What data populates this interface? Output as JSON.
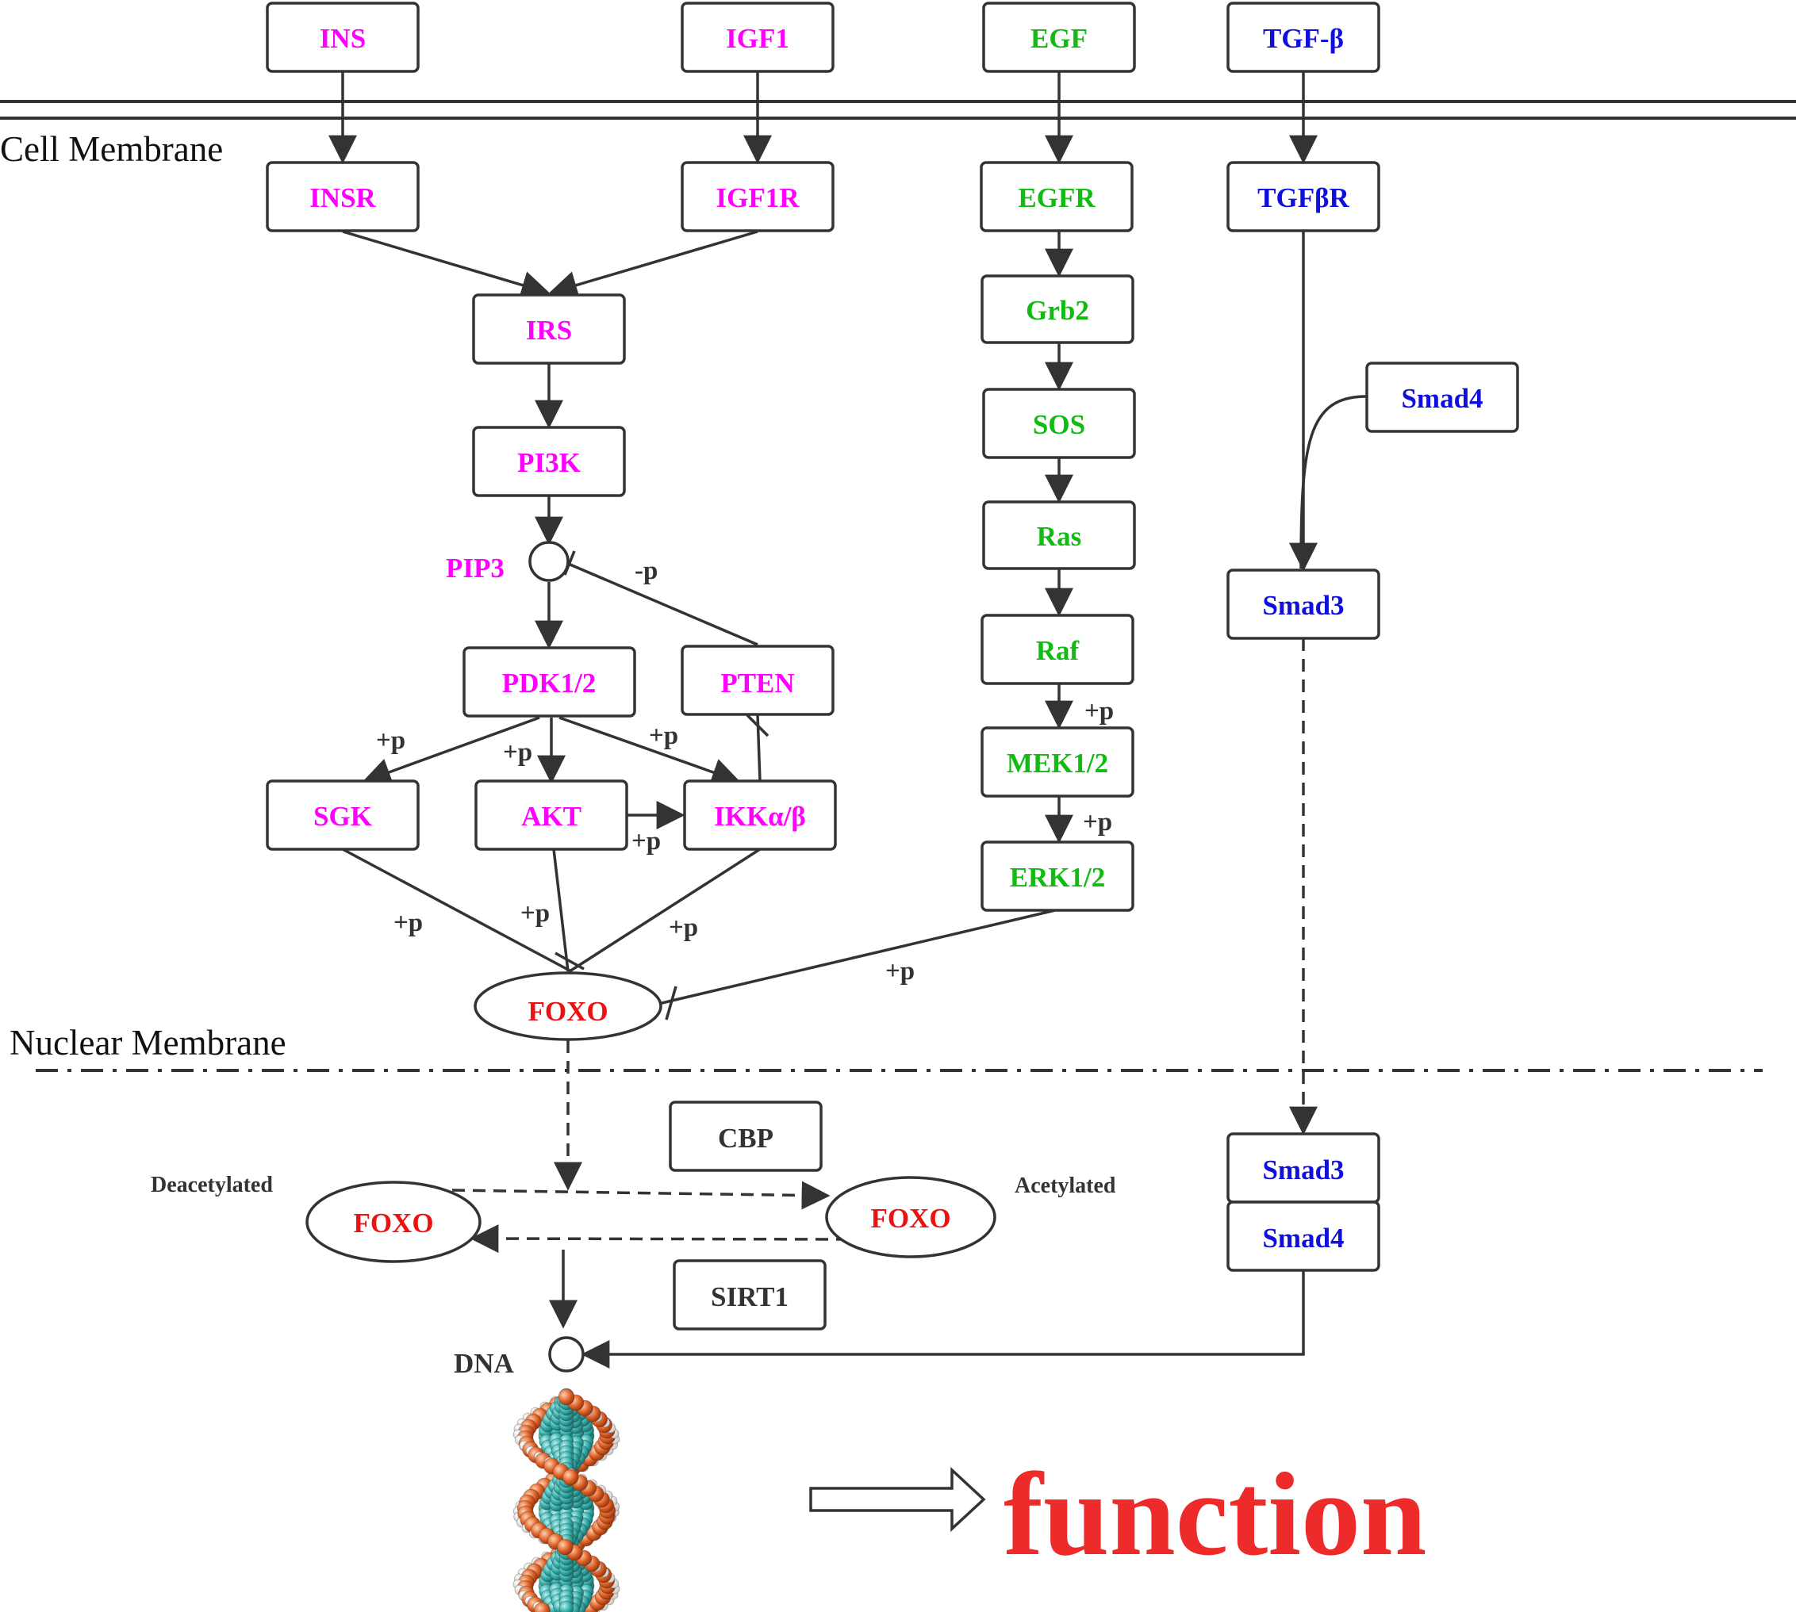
{
  "colors": {
    "insulin_pathway": "#ff00ff",
    "egf_pathway": "#11bb11",
    "tgf_pathway": "#1010dd",
    "foxo": "#ee1111",
    "neutral": "#333333",
    "function": "#ee2b2b"
  },
  "membranes": {
    "cell": "Cell Membrane",
    "nuclear": "Nuclear Membrane"
  },
  "nodes": {
    "ins": "INS",
    "igf1": "IGF1",
    "egf": "EGF",
    "tgfb": "TGF-β",
    "insr": "INSR",
    "igf1r": "IGF1R",
    "egfr": "EGFR",
    "tgfbr": "TGFβR",
    "irs": "IRS",
    "grb2": "Grb2",
    "smad4_top": "Smad4",
    "pi3k": "PI3K",
    "sos": "SOS",
    "pip3": "PIP3",
    "ras": "Ras",
    "smad3_top": "Smad3",
    "pdk": "PDK1/2",
    "pten": "PTEN",
    "raf": "Raf",
    "sgk": "SGK",
    "akt": "AKT",
    "ikk": "IKKα/β",
    "mek": "MEK1/2",
    "erk": "ERK1/2",
    "foxo_cyto": "FOXO",
    "cbp": "CBP",
    "foxo_deacetylated": "FOXO",
    "foxo_acetylated": "FOXO",
    "sirt1": "SIRT1",
    "smad3_nuc": "Smad3",
    "smad4_nuc": "Smad4",
    "dna": "DNA"
  },
  "annotations": {
    "pten_pip3": "-p",
    "pdk_sgk": "+p",
    "pdk_akt": "+p",
    "pdk_ikk": "+p",
    "akt_ikk": "+p",
    "raf_mek": "+p",
    "mek_erk": "+p",
    "sgk_foxo": "+p",
    "akt_foxo": "+p",
    "ikk_foxo": "+p",
    "erk_foxo": "+p"
  },
  "states": {
    "deacetylated": "Deacetylated",
    "acetylated": "Acetylated"
  },
  "function_label": "function"
}
